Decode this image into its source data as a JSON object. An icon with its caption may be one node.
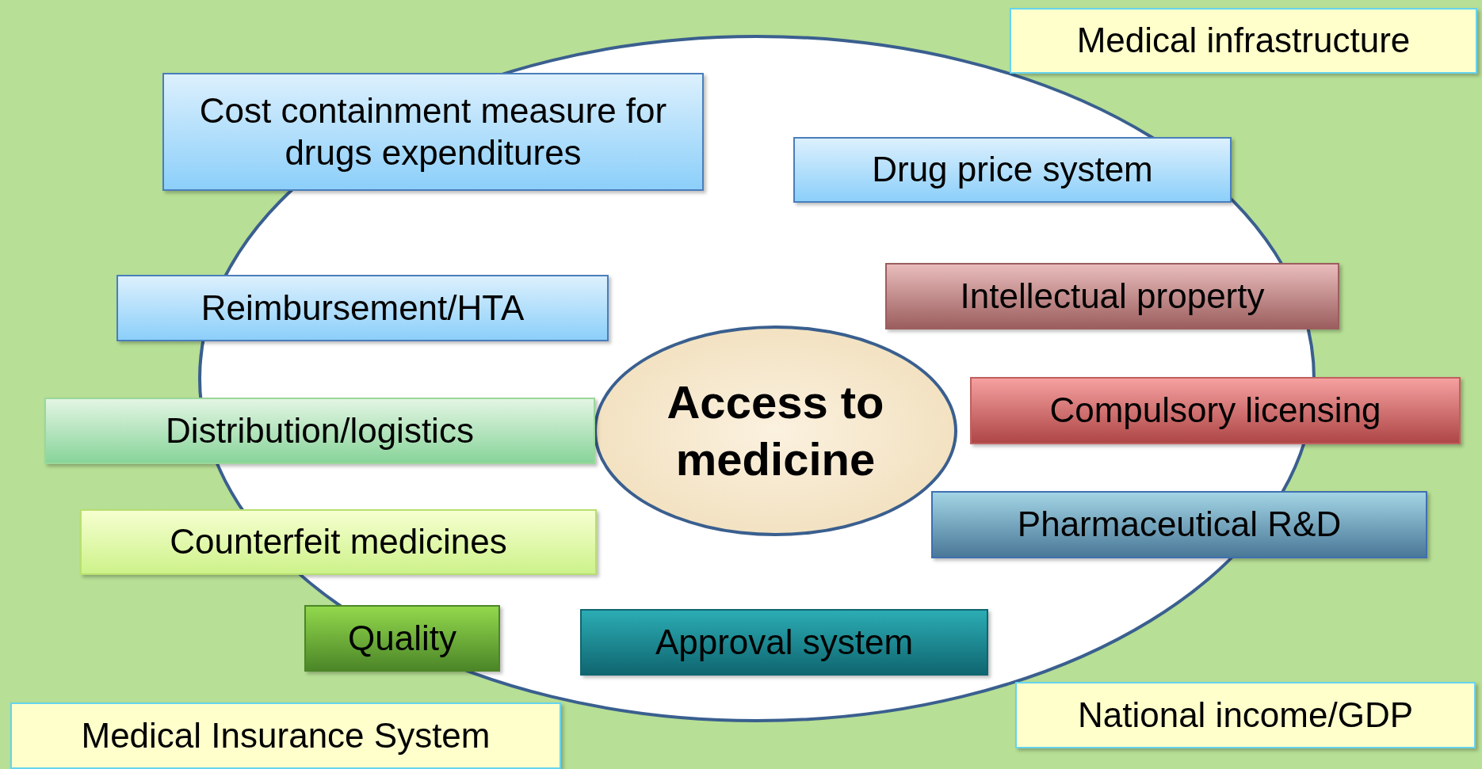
{
  "diagram": {
    "nodes": [
      {
        "text": [
          "Medical infrastructure"
        ]
      },
      {
        "text": [
          "Cost containment measure for drugs expenditures"
        ]
      },
      {
        "text": [
          "Drug price system"
        ]
      },
      {
        "text": [
          "Reimbursement/HTA"
        ]
      },
      {
        "text": [
          "Intellectual property"
        ]
      },
      {
        "text": [
          "Access to medicine"
        ]
      },
      {
        "text": [
          "Distribution/logistics"
        ]
      },
      {
        "text": [
          "Compulsory licensing"
        ]
      },
      {
        "text": [
          "Counterfeit medicines"
        ]
      },
      {
        "text": [
          "Pharmaceutical R&D"
        ]
      },
      {
        "text": [
          "Quality"
        ]
      },
      {
        "text": [
          "Approval system"
        ]
      },
      {
        "text": [
          "Medical Insurance System"
        ]
      },
      {
        "text": [
          "National income/GDP"
        ]
      }
    ]
  }
}
